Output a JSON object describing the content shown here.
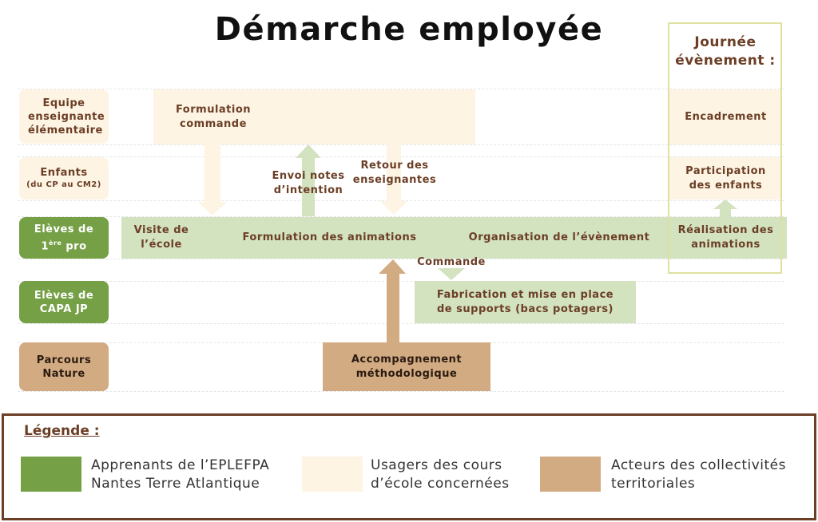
{
  "title": "Démarche employée",
  "rows": [
    {
      "id": "equipe",
      "label": "Equipe enseignante élémentaire"
    },
    {
      "id": "enfants",
      "label": "Enfants",
      "sublabel": "(du CP au CM2)"
    },
    {
      "id": "eleves-1pro",
      "label_line1": "Elèves de",
      "label_line2_main": "1",
      "label_line2_sup": "ère",
      "label_line2_rest": " pro"
    },
    {
      "id": "eleves-capa",
      "label": "Elèves de CAPA JP"
    },
    {
      "id": "parcours",
      "label": "Parcours Nature"
    }
  ],
  "boxes": {
    "formulation_commande": "Formulation commande",
    "visite": "Visite de l’école",
    "formulation_animations": "Formulation des animations",
    "organisation": "Organisation de l’évènement",
    "fabrication": "Fabrication et mise en place de supports (bacs potagers)",
    "accompagnement": "Accompagnement méthodologique"
  },
  "arrow_labels": {
    "envoi": "Envoi notes d’intention",
    "retour": "Retour des enseignantes",
    "commande": "Commande"
  },
  "event": {
    "title": "Journée évènement :",
    "encadrement": "Encadrement",
    "participation": "Participation des enfants",
    "realisation": "Réalisation des animations"
  },
  "legend": {
    "title": "Légende :",
    "items": [
      {
        "label": "Apprenants de l’EPLEFPA Nantes Terre Atlantique",
        "color": "#75a046"
      },
      {
        "label": "Usagers des cours d’école concernées",
        "color": "#fdf4e3"
      },
      {
        "label": "Acteurs des collectivités territoriales",
        "color": "#d2ab82"
      }
    ]
  },
  "colors": {
    "cream": "#fdf4e3",
    "green": "#75a046",
    "light_green": "#d3e2bf",
    "tan": "#d2ab82",
    "brown_text": "#6b3e26"
  }
}
